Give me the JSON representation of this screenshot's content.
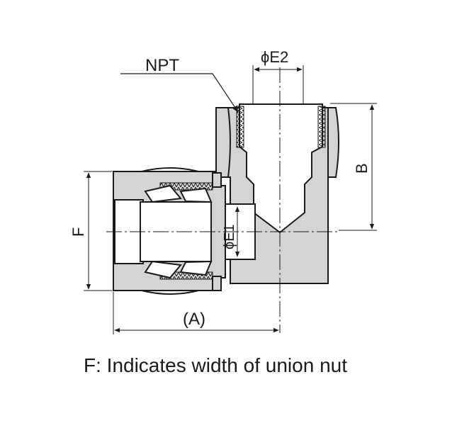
{
  "labels": {
    "npt": "NPT",
    "e2": "ϕE2",
    "e1": "ϕE1",
    "b": "B",
    "f": "F",
    "a": "(A)"
  },
  "caption": "F: Indicates width of union nut",
  "colors": {
    "body_fill": "#d4d4d4",
    "outline": "#1a1a1a",
    "bore": "#ffffff"
  }
}
